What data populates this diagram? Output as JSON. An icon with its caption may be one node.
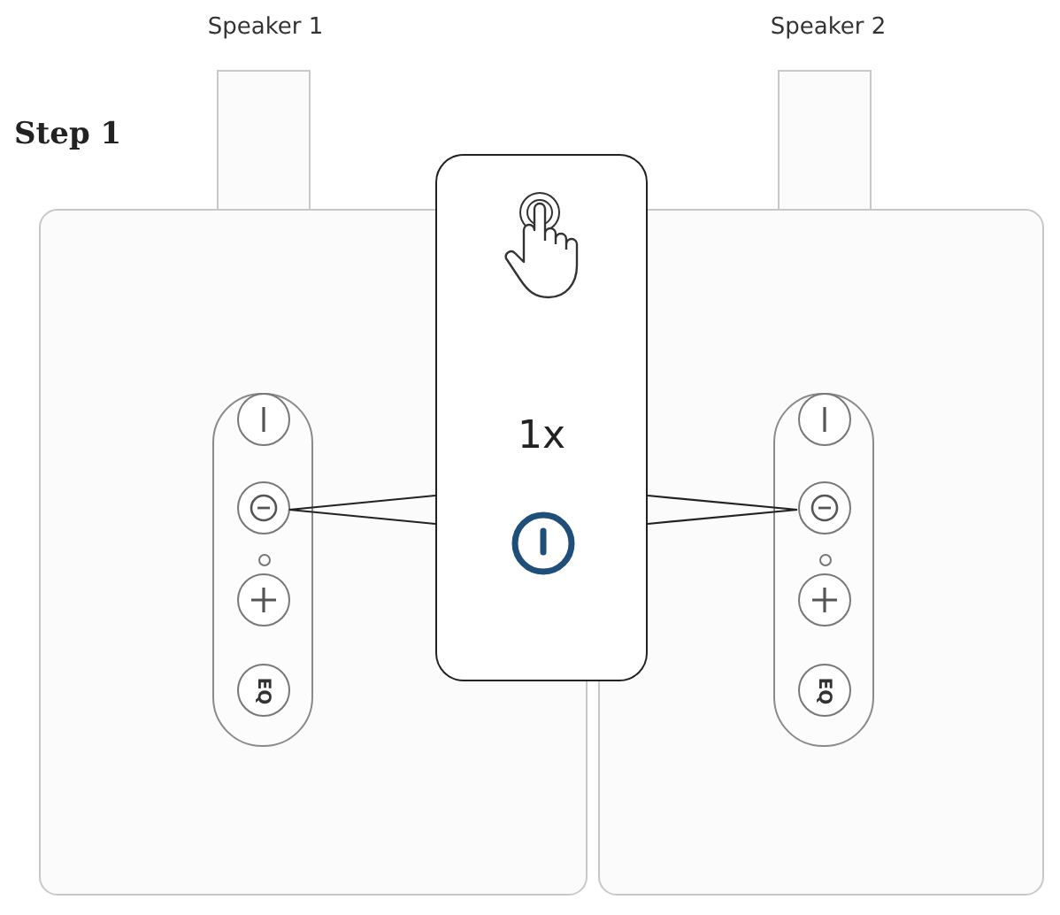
{
  "diagram": {
    "title": "Step 1",
    "nodes": [
      {
        "text": [
          "Speaker 1"
        ]
      },
      {
        "text": [
          "Speaker 2"
        ]
      },
      {
        "text": [],
        "shape": "circle",
        "in": 0
      },
      {
        "text": [],
        "shape": "circle",
        "in": 0
      },
      {
        "text": [],
        "shape": "circle",
        "in": 0
      },
      {
        "text": [
          "EQ"
        ],
        "in": 0
      },
      {
        "text": [],
        "shape": "circle",
        "in": 1
      },
      {
        "text": [],
        "shape": "circle",
        "in": 1
      },
      {
        "text": [],
        "shape": "circle",
        "in": 1
      },
      {
        "text": [
          "EQ"
        ],
        "in": 1
      },
      {
        "text": [
          "1x"
        ]
      }
    ],
    "edges": [
      {
        "from": 10,
        "to": 3,
        "arrow": "none"
      },
      {
        "from": 10,
        "to": 3,
        "arrow": "none"
      },
      {
        "from": 10,
        "to": 7,
        "arrow": "none"
      },
      {
        "from": 10,
        "to": 7,
        "arrow": "none"
      }
    ]
  }
}
